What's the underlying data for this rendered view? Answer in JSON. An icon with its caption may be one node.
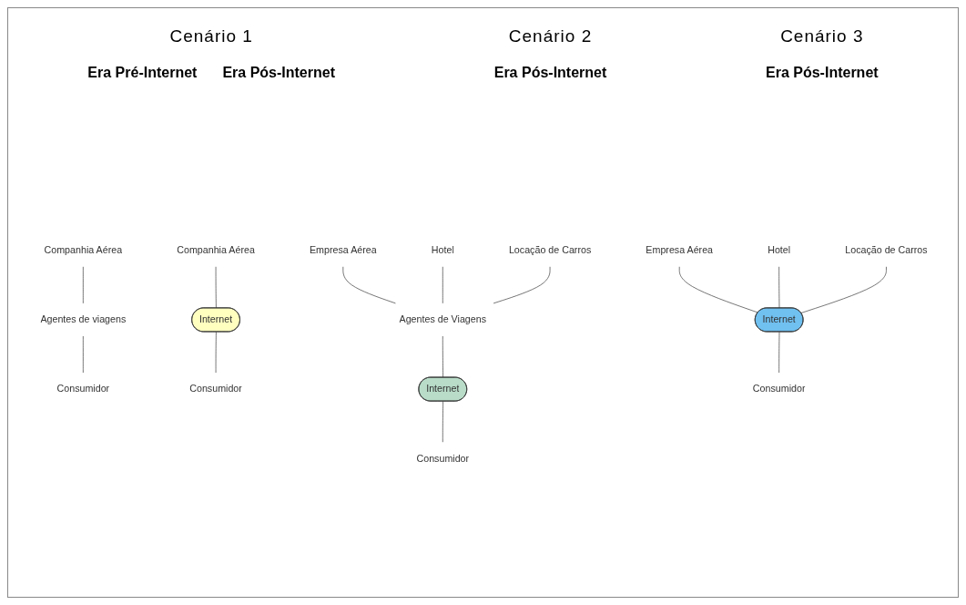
{
  "diagram": {
    "nodes": [
      {
        "text": [
          "Companhia Aérea"
        ]
      },
      {
        "text": [
          "Agentes de viagens"
        ]
      },
      {
        "text": [
          "Consumidor"
        ]
      },
      {
        "text": [
          "Companhia Aérea"
        ]
      },
      {
        "text": [
          "Internet"
        ]
      },
      {
        "text": [
          "Consumidor"
        ]
      },
      {
        "text": [
          "Empresa Aérea"
        ]
      },
      {
        "text": [
          "Hotel"
        ]
      },
      {
        "text": [
          "Locação de Carros"
        ]
      },
      {
        "text": [
          "Agentes de Viagens"
        ]
      },
      {
        "text": [
          "Internet"
        ]
      },
      {
        "text": [
          "Consumidor"
        ]
      },
      {
        "text": [
          "Empresa Aérea"
        ]
      },
      {
        "text": [
          "Hotel"
        ]
      },
      {
        "text": [
          "Locação de Carros"
        ]
      },
      {
        "text": [
          "Internet"
        ]
      },
      {
        "text": [
          "Consumidor"
        ]
      }
    ],
    "edges": [
      {
        "from": 0,
        "to": 1,
        "arrow": "none"
      },
      {
        "from": 1,
        "to": 2,
        "arrow": "none"
      },
      {
        "from": 3,
        "to": 4,
        "arrow": "none"
      },
      {
        "from": 4,
        "to": 5,
        "arrow": "none"
      },
      {
        "from": 6,
        "to": 9,
        "arrow": "none"
      },
      {
        "from": 7,
        "to": 9,
        "arrow": "none"
      },
      {
        "from": 8,
        "to": 9,
        "arrow": "none"
      },
      {
        "from": 9,
        "to": 10,
        "arrow": "none"
      },
      {
        "from": 10,
        "to": 11,
        "arrow": "none"
      },
      {
        "from": 12,
        "to": 15,
        "arrow": "none"
      },
      {
        "from": 13,
        "to": 15,
        "arrow": "none"
      },
      {
        "from": 14,
        "to": 15,
        "arrow": "none"
      },
      {
        "from": 15,
        "to": 16,
        "arrow": "none"
      }
    ],
    "labels": [
      "Cenário 1",
      "Cenário 2",
      "Cenário 3",
      "Era Pré-Internet",
      "Era Pós-Internet",
      "Era Pós-Internet",
      "Era Pós-Internet"
    ]
  }
}
